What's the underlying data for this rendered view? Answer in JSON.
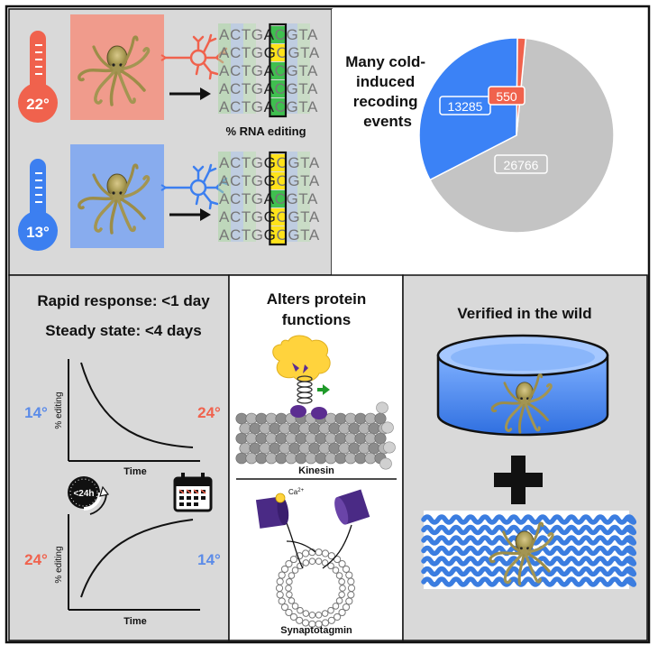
{
  "colors": {
    "warm": "#f0624d",
    "cold": "#3c7ff0",
    "warm_bg": "#f09b8c",
    "cold_bg": "#88acee",
    "panel_gray": "#d9d9d9",
    "pie_gray": "#c4c4c4",
    "pie_blue": "#3b82f6",
    "pie_red": "#f0624d",
    "neuron_warm": "#f0624d",
    "neuron_cold": "#3c7ff0",
    "purple": "#5b2d91",
    "water": "#3b7de0",
    "seq_highlight_yellow": "#ffe31a",
    "seq_highlight_green": "#3fbf4f",
    "arrow_green": "#1f9a2a"
  },
  "top_left": {
    "temp_warm": "22°",
    "temp_cold": "13°",
    "warm_rows": [
      {
        "pre": "ACTG",
        "base": "A",
        "post": "CGTA"
      },
      {
        "pre": "ACTG",
        "base": "G",
        "post": "CGTA"
      },
      {
        "pre": "ACTG",
        "base": "A",
        "post": "CGTA"
      },
      {
        "pre": "ACTG",
        "base": "A",
        "post": "CGTA"
      },
      {
        "pre": "ACTG",
        "base": "A",
        "post": "CGTA"
      }
    ],
    "cold_rows": [
      {
        "pre": "ACTG",
        "base": "G",
        "post": "CGTA"
      },
      {
        "pre": "ACTG",
        "base": "G",
        "post": "CGTA"
      },
      {
        "pre": "ACTG",
        "base": "A",
        "post": "CGTA"
      },
      {
        "pre": "ACTG",
        "base": "G",
        "post": "CGTA"
      },
      {
        "pre": "ACTG",
        "base": "G",
        "post": "CGTA"
      }
    ],
    "rna_label": "% RNA editing"
  },
  "top_right": {
    "caption": [
      "Many cold-",
      "induced",
      "recoding",
      "events"
    ],
    "pie_labels": {
      "gray": "26766",
      "blue": "13285",
      "red": "550"
    }
  },
  "chart_data": {
    "type": "pie",
    "slices": [
      {
        "value": 26766,
        "color": "#c4c4c4"
      },
      {
        "value": 13285,
        "color": "#3b82f6"
      },
      {
        "value": 550,
        "color": "#f0624d"
      }
    ]
  },
  "bottom_left": {
    "line1": "Rapid response: <1 day",
    "line2": "Steady state: <4 days",
    "graph1": {
      "left_temp": "14°",
      "right_temp": "24°",
      "ylabel": "% editing",
      "xlabel": "Time"
    },
    "graph2": {
      "left_temp": "24°",
      "right_temp": "14°",
      "ylabel": "% editing",
      "xlabel": "Time"
    },
    "clock_label": "<24h"
  },
  "bottom_middle": {
    "title_line1": "Alters protein",
    "title_line2": "functions",
    "kinesin_label": "Kinesin",
    "syt_label": "Synaptotagmin",
    "ca_label": "Ca",
    "ca_sup": "2+"
  },
  "bottom_right": {
    "title": "Verified in the wild"
  }
}
